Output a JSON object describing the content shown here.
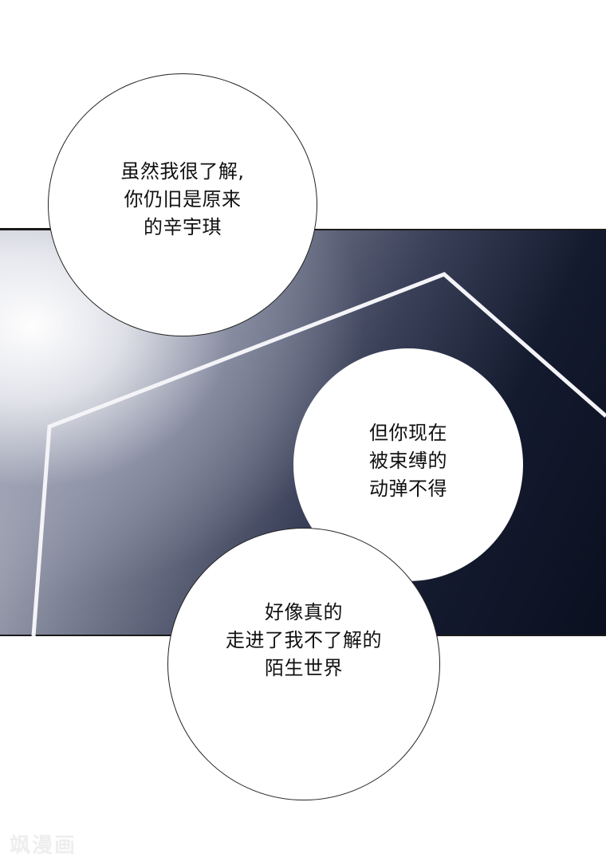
{
  "comic": {
    "bubbles": [
      {
        "id": "bubble-1",
        "lines": [
          "虽然我很了解,",
          "你仍旧是原来",
          "的辛宇琪"
        ]
      },
      {
        "id": "bubble-2",
        "lines": [
          "但你现在",
          "被束缚的",
          "动弹不得"
        ]
      },
      {
        "id": "bubble-3",
        "lines": [
          "好像真的",
          "走进了我不了解的",
          "陌生世界"
        ]
      }
    ],
    "watermark": "飒漫画",
    "colors": {
      "panel_dark": "#0b1020",
      "panel_light": "#d8d9df",
      "bubble": "#ffffff",
      "outline": "#222222"
    }
  }
}
